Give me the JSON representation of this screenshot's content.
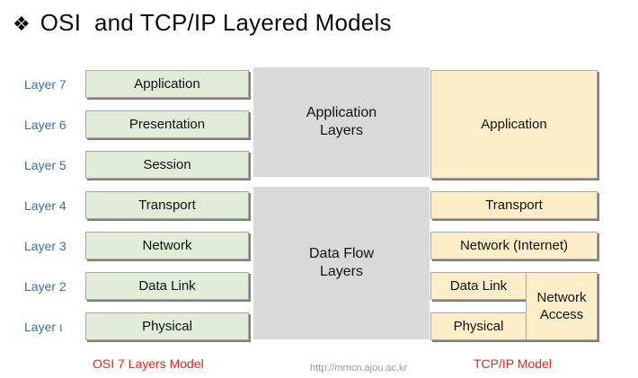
{
  "title": {
    "bullet": "❖",
    "text": "OSI  and TCP/IP Layered Models"
  },
  "colors": {
    "osi_box": "#e3ecd9",
    "tcpip_box": "#fdeec9",
    "middle_block": "#d9d9d9",
    "box_border": "#a8a8a0",
    "box_shadow": "#7f7f7f",
    "layer_label": "#3a6ea5",
    "caption": "#e8241c",
    "url": "#9a9a9a",
    "title_text": "#0d0d0d"
  },
  "layer_labels": [
    {
      "text": "Layer 7"
    },
    {
      "text": "Layer 6"
    },
    {
      "text": "Layer 5"
    },
    {
      "text": "Layer 4"
    },
    {
      "text": "Layer 3"
    },
    {
      "text": "Layer 2"
    },
    {
      "text": "Layer ı"
    }
  ],
  "osi_layers": [
    {
      "name": "Application"
    },
    {
      "name": "Presentation"
    },
    {
      "name": "Session"
    },
    {
      "name": "Transport"
    },
    {
      "name": "Network"
    },
    {
      "name": "Data Link"
    },
    {
      "name": "Physical"
    }
  ],
  "middle_blocks": [
    {
      "name": "Application\nLayers"
    },
    {
      "name": "Data Flow\nLayers"
    }
  ],
  "tcpip_layers": [
    {
      "name": "Application"
    },
    {
      "name": "Transport"
    },
    {
      "name": "Network (Internet)"
    },
    {
      "name": "Data Link"
    },
    {
      "name": "Physical"
    },
    {
      "name": "Network\nAccess"
    }
  ],
  "captions": {
    "osi": "OSI 7 Layers Model",
    "tcpip": "TCP/IP Model",
    "url": "http://mmcn.ajou.ac.kr"
  }
}
